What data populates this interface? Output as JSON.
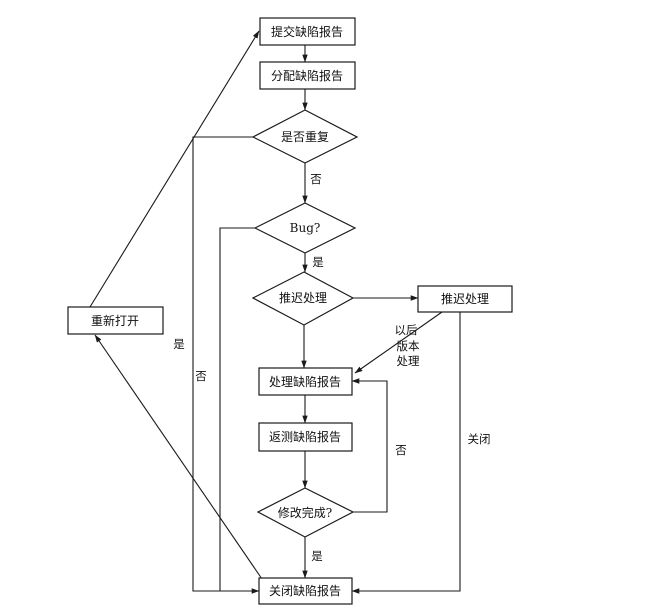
{
  "nodes": {
    "submit": "提交缺陷报告",
    "assign": "分配缺陷报告",
    "duplicate_check": "是否重复",
    "bug_check": "Bug?",
    "defer_check": "推迟处理",
    "defer_box": "推迟处理",
    "process": "处理缺陷报告",
    "retest": "返测缺陷报告",
    "fix_done_check": "修改完成?",
    "close": "关闭缺陷报告",
    "reopen": "重新打开"
  },
  "edge_labels": {
    "not_duplicate": "否",
    "is_bug": "是",
    "later_version": [
      "以后",
      "版本",
      "处理"
    ],
    "fix_not_done": "否",
    "fix_done": "是",
    "duplicate_yes": "是",
    "not_bug": "否",
    "defer_close": "关闭"
  },
  "colors": {
    "stroke": "#1a1a1a",
    "background": "#ffffff"
  }
}
